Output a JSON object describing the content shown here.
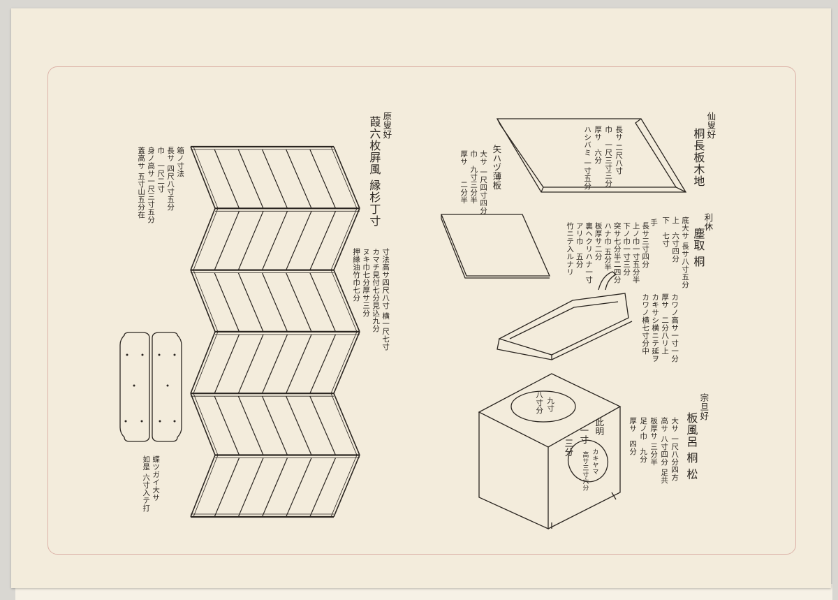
{
  "page": {
    "paper_color": "#f3ecdc",
    "ink_color": "#2a2520",
    "frame_color": "#dcb3a8"
  },
  "screen": {
    "maker": "原叟好",
    "title": "葭六枚屛風 縁杉丁寸",
    "box_dims": [
      "箱ノ寸法",
      "長サ 四尺八寸五分",
      "巾　一尺二寸",
      "身ノ高サ一尺三寸五分",
      "蓋高サ 五寸山五分在"
    ],
    "dims": [
      "寸法高サ四尺八寸 横一尺七寸",
      "カマチ見付七分見込九分",
      "ヌキ巾七分厚サ三分",
      "押縁油竹巾七分"
    ],
    "hinge_caption": [
      "蝶ツガイ大サ",
      "如是 六寸入テ打"
    ]
  },
  "long_board": {
    "maker": "仙叟好",
    "title": "桐長板木地",
    "dims": [
      "長サ 二尺八寸",
      "巾　一尺三寸三分",
      "厚サ　六分",
      "ハシバミ 一寸五分"
    ]
  },
  "thin_board": {
    "title": "矢ハヅ薄板",
    "dims": [
      "大サ 一尺四寸四分",
      "巾　九寸三分半",
      "厚サ　　二分半"
    ]
  },
  "dustpan": {
    "maker": "利休",
    "title": "塵取 桐",
    "base": [
      "底大サ 長サ八寸五分",
      "上　六寸四分",
      "下　七寸"
    ],
    "handle_label": "手",
    "handle": [
      "長サ三寸四分",
      "上ノ巾一寸五分半",
      "下ノ巾一寸三分",
      "突サ七分半二四分",
      "ハナ巾 五分半",
      "板厚サ二分",
      "裏ヘクリハナ一寸",
      "アリ巾　五分",
      "竹ニテ入ルナリ"
    ],
    "side": [
      "カワノ高サ一寸一分",
      "厚サ　二分八リ上",
      "カキサシ横ニテ延ヲ",
      "カワノ横七寸分中"
    ]
  },
  "furo": {
    "maker": "宗旦好",
    "title": "板風呂 桐 松",
    "dims": [
      "大サ 一尺八分四方",
      "高サ 八寸四分 足共",
      "板厚サ 三分半",
      "足ノ巾　九分",
      "厚サ　四分"
    ],
    "top_oval": [
      "九寸",
      "八寸分"
    ],
    "side_note": [
      "此明",
      "一寸",
      "三分"
    ],
    "side_oval": [
      "カキヤマ",
      "高サ三寸六分"
    ]
  }
}
